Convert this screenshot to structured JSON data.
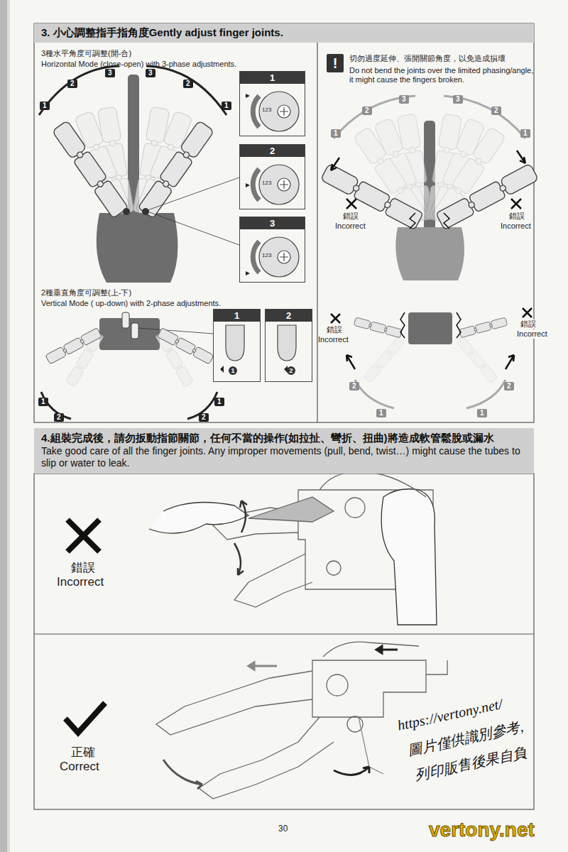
{
  "diagram": {
    "nodes": [
      {
        "text": [
          "3. 小心調整指手指角度Gently adjust finger joints."
        ]
      },
      {
        "text": [
          "1"
        ]
      },
      {
        "text": [
          "2"
        ]
      },
      {
        "text": [
          "3"
        ]
      },
      {
        "text": [
          "1"
        ]
      },
      {
        "text": [
          "2"
        ]
      },
      {
        "text": [
          "4.組裝完成後，請勿扳動指節關節，任何不當的操作(如拉扯、彎折、扭曲)將造成軟管鬆脫或漏水",
          "Take good care of all the finger joints. Any improper movements  (pull, bend, twist…) might cause the tubes to slip or water to leak."
        ]
      }
    ],
    "labels": [
      "3種水平角度可調整(開-合)",
      "Horizontal Mode (close-open) with 3-phase adjustments.",
      "1",
      "2",
      "3",
      "3",
      "2",
      "1",
      "123",
      "123",
      "123",
      "!",
      "切勿過度延伸、張開關節角度，以免造成損壞",
      "Do not bend the joints over the limited phasing/angle, it might cause the fingers broken.",
      "1",
      "2",
      "3",
      "3",
      "2",
      "1",
      "錯誤",
      "Incorrect",
      "錯誤",
      "Incorrect",
      "2種垂直角度可調整(上-下)",
      "Vertical Mode ( up-down) with 2-phase adjustments.",
      "1",
      "2",
      "1",
      "2",
      "1",
      "2",
      "錯誤",
      "Incorrect",
      "錯誤",
      "Incorrect",
      "2",
      "1",
      "1",
      "2",
      "錯誤",
      "Incorrect",
      "正確",
      "Correct",
      "https://vertony.net/",
      "圖片僅供識別參考,",
      "列印販售後果自負",
      "30",
      "vertony.net"
    ]
  }
}
